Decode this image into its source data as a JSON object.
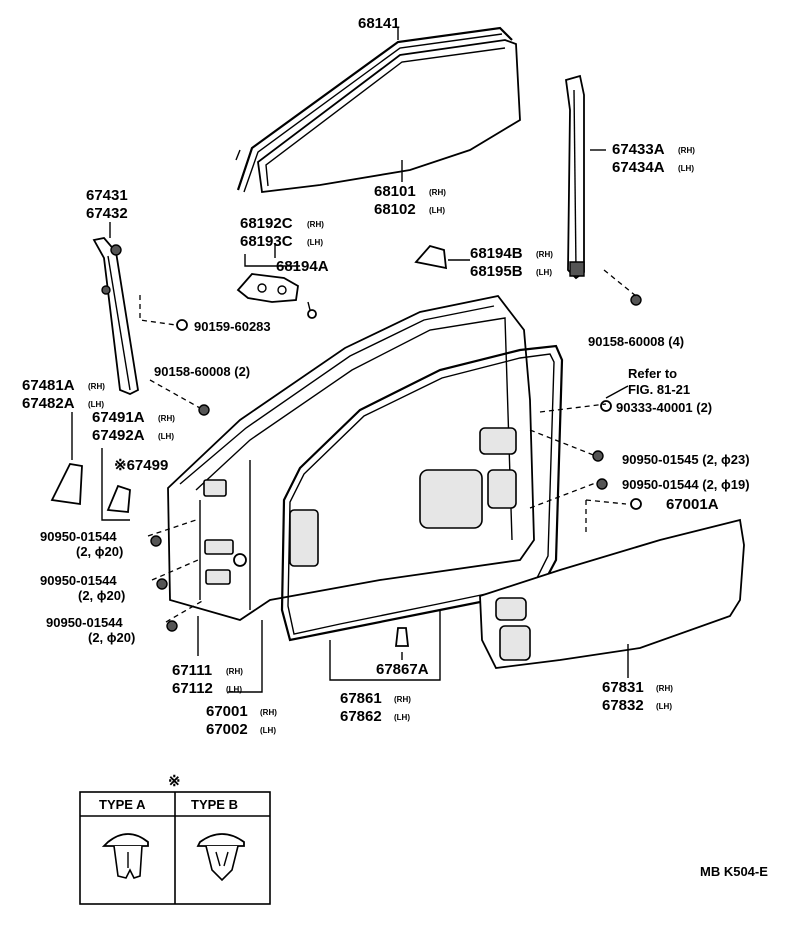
{
  "labels": {
    "p68141": "68141",
    "p68101": "68101",
    "p68102": "68102",
    "p67433a": "67433A",
    "p67434a": "67434A",
    "p67431": "67431",
    "p67432": "67432",
    "p68192c": "68192C",
    "p68193c": "68193C",
    "p68194a": "68194A",
    "p68194b": "68194B",
    "p68195b": "68195B",
    "p90159_60283": "90159-60283",
    "p90158_60008_4": "90158-60008 (4)",
    "p90158_60008_2": "90158-60008 (2)",
    "refer_to": "Refer to",
    "fig_ref": "FIG. 81-21",
    "p90333_40001": "90333-40001 (2)",
    "p67481a": "67481A",
    "p67482a": "67482A",
    "p67491a": "67491A",
    "p67492a": "67492A",
    "p67499": "※67499",
    "p90950_01545": "90950-01545 (2, ϕ23)",
    "p90950_01544_19": "90950-01544 (2, ϕ19)",
    "p67001a": "67001A",
    "p90950_01544_a": "90950-01544",
    "p90950_01544_a_q": "(2, ϕ20)",
    "p90950_01544_b": "90950-01544",
    "p90950_01544_b_q": "(2, ϕ20)",
    "p90950_01544_c": "90950-01544",
    "p90950_01544_c_q": "(2, ϕ20)",
    "p67111": "67111",
    "p67112": "67112",
    "p67867a": "67867A",
    "p67001": "67001",
    "p67002": "67002",
    "p67861": "67861",
    "p67862": "67862",
    "p67831": "67831",
    "p67832": "67832",
    "rh": "(RH)",
    "lh": "(LH)",
    "kome": "※",
    "type_a": "TYPE A",
    "type_b": "TYPE B",
    "diagram_code": "MB K504-E"
  },
  "icons": {
    "clip_type_a": "clip-type-a-icon",
    "clip_type_b": "clip-type-b-icon"
  }
}
